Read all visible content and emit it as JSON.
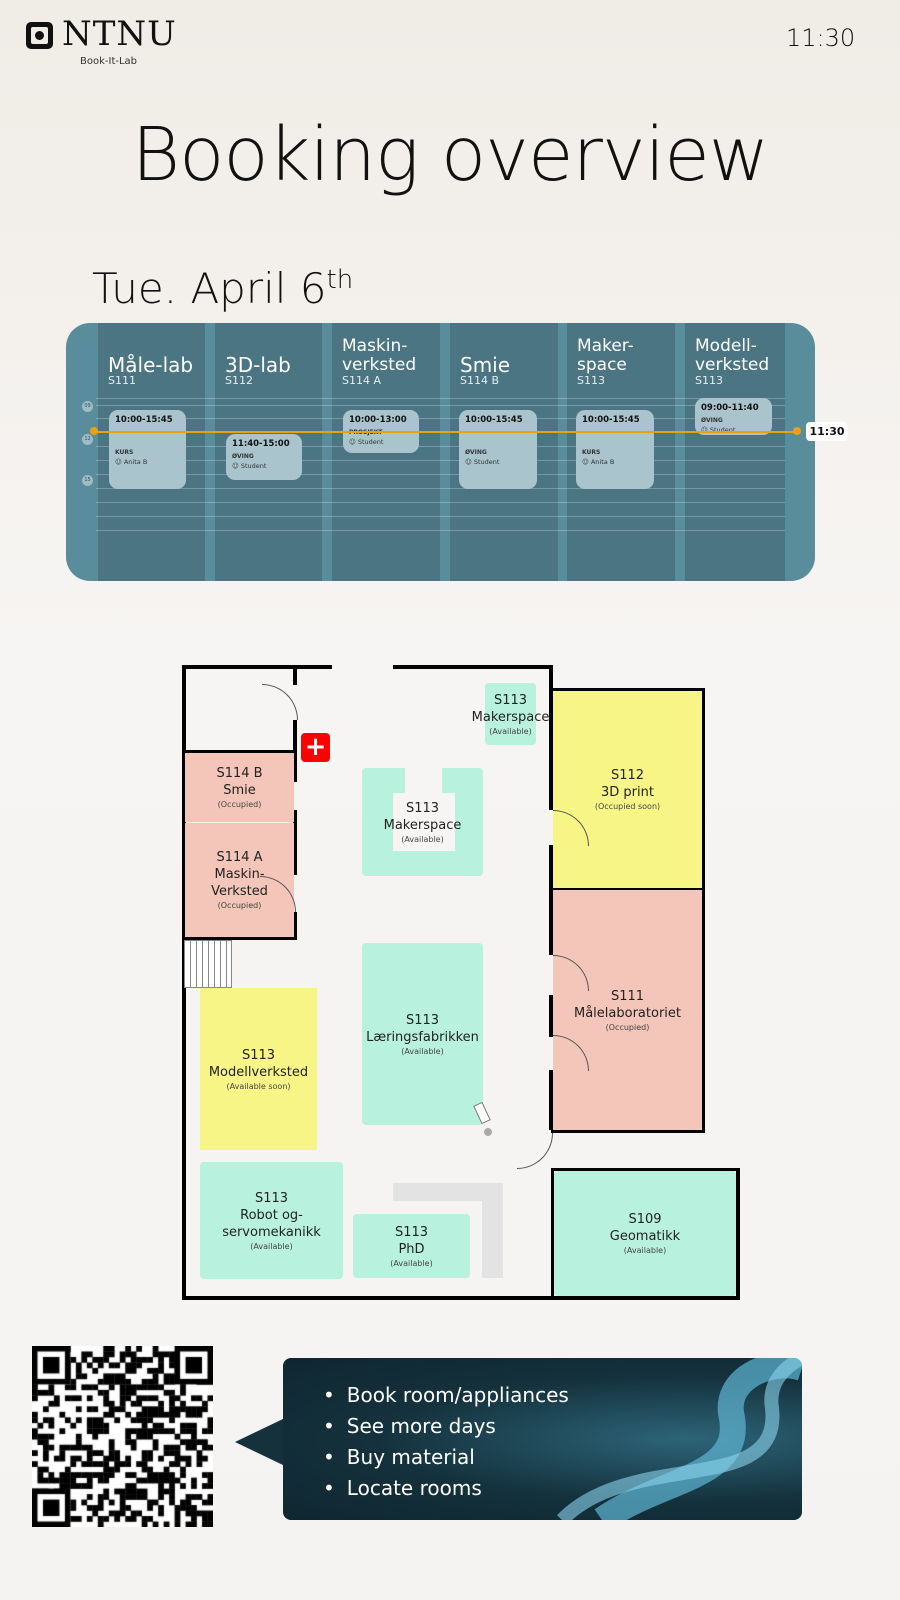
{
  "header": {
    "logo": "NTNU",
    "subtitle": "Book-It-Lab",
    "clock": "11:30"
  },
  "title": "Booking overview",
  "date": {
    "text": "Tue. April 6",
    "suffix": "th"
  },
  "timeline": {
    "hour_labels": [
      "09",
      "12",
      "15"
    ],
    "now": "11:30",
    "columns": [
      {
        "name": "Måle-lab",
        "code": "S111",
        "booking": {
          "time": "10:00-15:45",
          "type": "KURS",
          "person": "Anita B"
        }
      },
      {
        "name": "3D-lab",
        "code": "S112",
        "booking": {
          "time": "11:40-15:00",
          "type": "ØVING",
          "person": "Student"
        }
      },
      {
        "name": "Maskin-\nverksted",
        "code": "S114 A",
        "booking": {
          "time": "10:00-13:00",
          "type": "PROSJEKT",
          "person": "Student"
        }
      },
      {
        "name": "Smie",
        "code": "S114 B",
        "booking": {
          "time": "10:00-15:45",
          "type": "ØVING",
          "person": "Student"
        }
      },
      {
        "name": "Maker-\nspace",
        "code": "S113",
        "booking": {
          "time": "10:00-15:45",
          "type": "KURS",
          "person": "Anita B"
        }
      },
      {
        "name": "Modell-\nverksted",
        "code": "S113",
        "booking": {
          "time": "09:00-11:40",
          "type": "ØVING",
          "person": "Student"
        }
      }
    ]
  },
  "floorplan": {
    "rooms": [
      {
        "code": "S114 B",
        "name": "Smie",
        "status": "(Occupied)"
      },
      {
        "code": "S114 A",
        "name": "Maskin-\nVerksted",
        "status": "(Occupied)"
      },
      {
        "code": "S113",
        "name": "Makerspace",
        "status": "(Available)"
      },
      {
        "code": "S113",
        "name": "Makerspace",
        "status": "(Available)"
      },
      {
        "code": "S112",
        "name": "3D print",
        "status": "(Occupied soon)"
      },
      {
        "code": "S111",
        "name": "Målelaboratoriet",
        "status": "(Occupied)"
      },
      {
        "code": "S113",
        "name": "Læringsfabrikken",
        "status": "(Available)"
      },
      {
        "code": "S113",
        "name": "Modellverksted",
        "status": "(Available soon)"
      },
      {
        "code": "S113",
        "name": "Robot og-\nservomekanikk",
        "status": "(Available)"
      },
      {
        "code": "S113",
        "name": "PhD",
        "status": "(Available)"
      },
      {
        "code": "S109",
        "name": "Geomatikk",
        "status": "(Available)"
      }
    ],
    "colors": {
      "occupied": "#f3c6b9",
      "available": "#b8f2de",
      "soon": "#f7f586"
    }
  },
  "promo": {
    "items": [
      "Book room/appliances",
      "See more days",
      "Buy material",
      "Locate rooms"
    ]
  }
}
